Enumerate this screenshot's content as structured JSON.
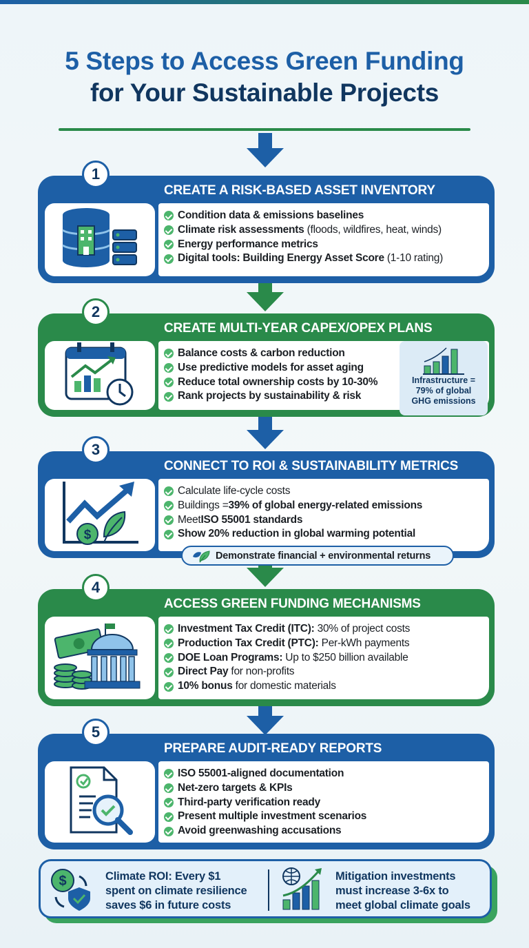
{
  "title": {
    "line1": "5 Steps to Access Green Funding",
    "line2": "for Your Sustainable Projects"
  },
  "colors": {
    "blue": "#1d5fa6",
    "green": "#2a8a4a",
    "navy": "#10365f",
    "check": "#4cb56c"
  },
  "steps": [
    {
      "number": "1",
      "color": "blue",
      "icon": "database-building-icon",
      "heading": "CREATE A RISK-BASED ASSET INVENTORY",
      "bullets": [
        {
          "pre": "",
          "bold": "Condition data & emissions baselines",
          "post": ""
        },
        {
          "pre": "",
          "bold": "Climate risk assessments",
          "post": " (floods, wildfires, heat, winds)"
        },
        {
          "pre": "",
          "bold": "Energy performance metrics",
          "post": ""
        },
        {
          "pre": "",
          "bold": "Digital tools: Building Energy Asset Score",
          "post": " (1-10 rating)"
        }
      ]
    },
    {
      "number": "2",
      "color": "green",
      "icon": "calendar-chart-clock-icon",
      "heading": "CREATE MULTI-YEAR CAPEX/OPEX PLANS",
      "bullets": [
        {
          "pre": "",
          "bold": "Balance costs & carbon reduction",
          "post": ""
        },
        {
          "pre": "",
          "bold": "Use predictive models for asset aging",
          "post": ""
        },
        {
          "pre": "",
          "bold": "Reduce total ownership costs by 10-30%",
          "post": ""
        },
        {
          "pre": "",
          "bold": "Rank projects by sustainability & risk",
          "post": ""
        }
      ],
      "stat": {
        "line1": "Infrastructure =",
        "line2": "79% of global",
        "line3": "GHG emissions",
        "icon": "bar-chart-trend-icon"
      }
    },
    {
      "number": "3",
      "color": "blue",
      "icon": "growth-chart-leaf-icon",
      "heading": "CONNECT TO ROI & SUSTAINABILITY METRICS",
      "bullets": [
        {
          "pre": "Calculate life-cycle costs",
          "bold": "",
          "post": ""
        },
        {
          "pre": "Buildings = ",
          "bold": "39% of global energy-related emissions",
          "post": ""
        },
        {
          "pre": "Meet ",
          "bold": "ISO 55001 standards",
          "post": ""
        },
        {
          "pre": "",
          "bold": "Show 20% reduction in global warming potential",
          "post": ""
        }
      ],
      "callout": {
        "text": "Demonstrate financial + environmental returns",
        "icon": "leaves-icon"
      }
    },
    {
      "number": "4",
      "color": "green",
      "icon": "money-government-building-icon",
      "heading": "ACCESS GREEN FUNDING MECHANISMS",
      "bullets": [
        {
          "pre": "",
          "bold": "Investment Tax Credit (ITC):",
          "post": " 30% of project costs"
        },
        {
          "pre": "",
          "bold": "Production Tax Credit (PTC):",
          "post": " Per-kWh payments"
        },
        {
          "pre": "",
          "bold": "DOE Loan Programs:",
          "post": " Up to $250 billion available"
        },
        {
          "pre": "",
          "bold": "Direct Pay",
          "post": " for non-profits"
        },
        {
          "pre": "",
          "bold": "10% bonus",
          "post": " for domestic materials"
        }
      ]
    },
    {
      "number": "5",
      "color": "blue",
      "icon": "document-magnifier-icon",
      "heading": "PREPARE AUDIT-READY REPORTS",
      "bullets": [
        {
          "pre": "",
          "bold": "ISO 55001-aligned documentation",
          "post": ""
        },
        {
          "pre": "",
          "bold": "Net-zero targets & KPIs",
          "post": ""
        },
        {
          "pre": "",
          "bold": "Third-party verification ready",
          "post": ""
        },
        {
          "pre": "",
          "bold": "Present multiple investment scenarios",
          "post": ""
        },
        {
          "pre": "",
          "bold": "Avoid greenwashing accusations",
          "post": ""
        }
      ]
    }
  ],
  "footer": {
    "left": {
      "icon": "dollar-shield-cycle-icon",
      "line1": "Climate ROI: Every $1",
      "line2": "spent on climate resilience",
      "line3": "saves $6 in future costs"
    },
    "right": {
      "icon": "globe-growth-chart-icon",
      "line1": "Mitigation investments",
      "line2": "must increase 3-6x to",
      "line3": "meet global climate goals"
    }
  }
}
